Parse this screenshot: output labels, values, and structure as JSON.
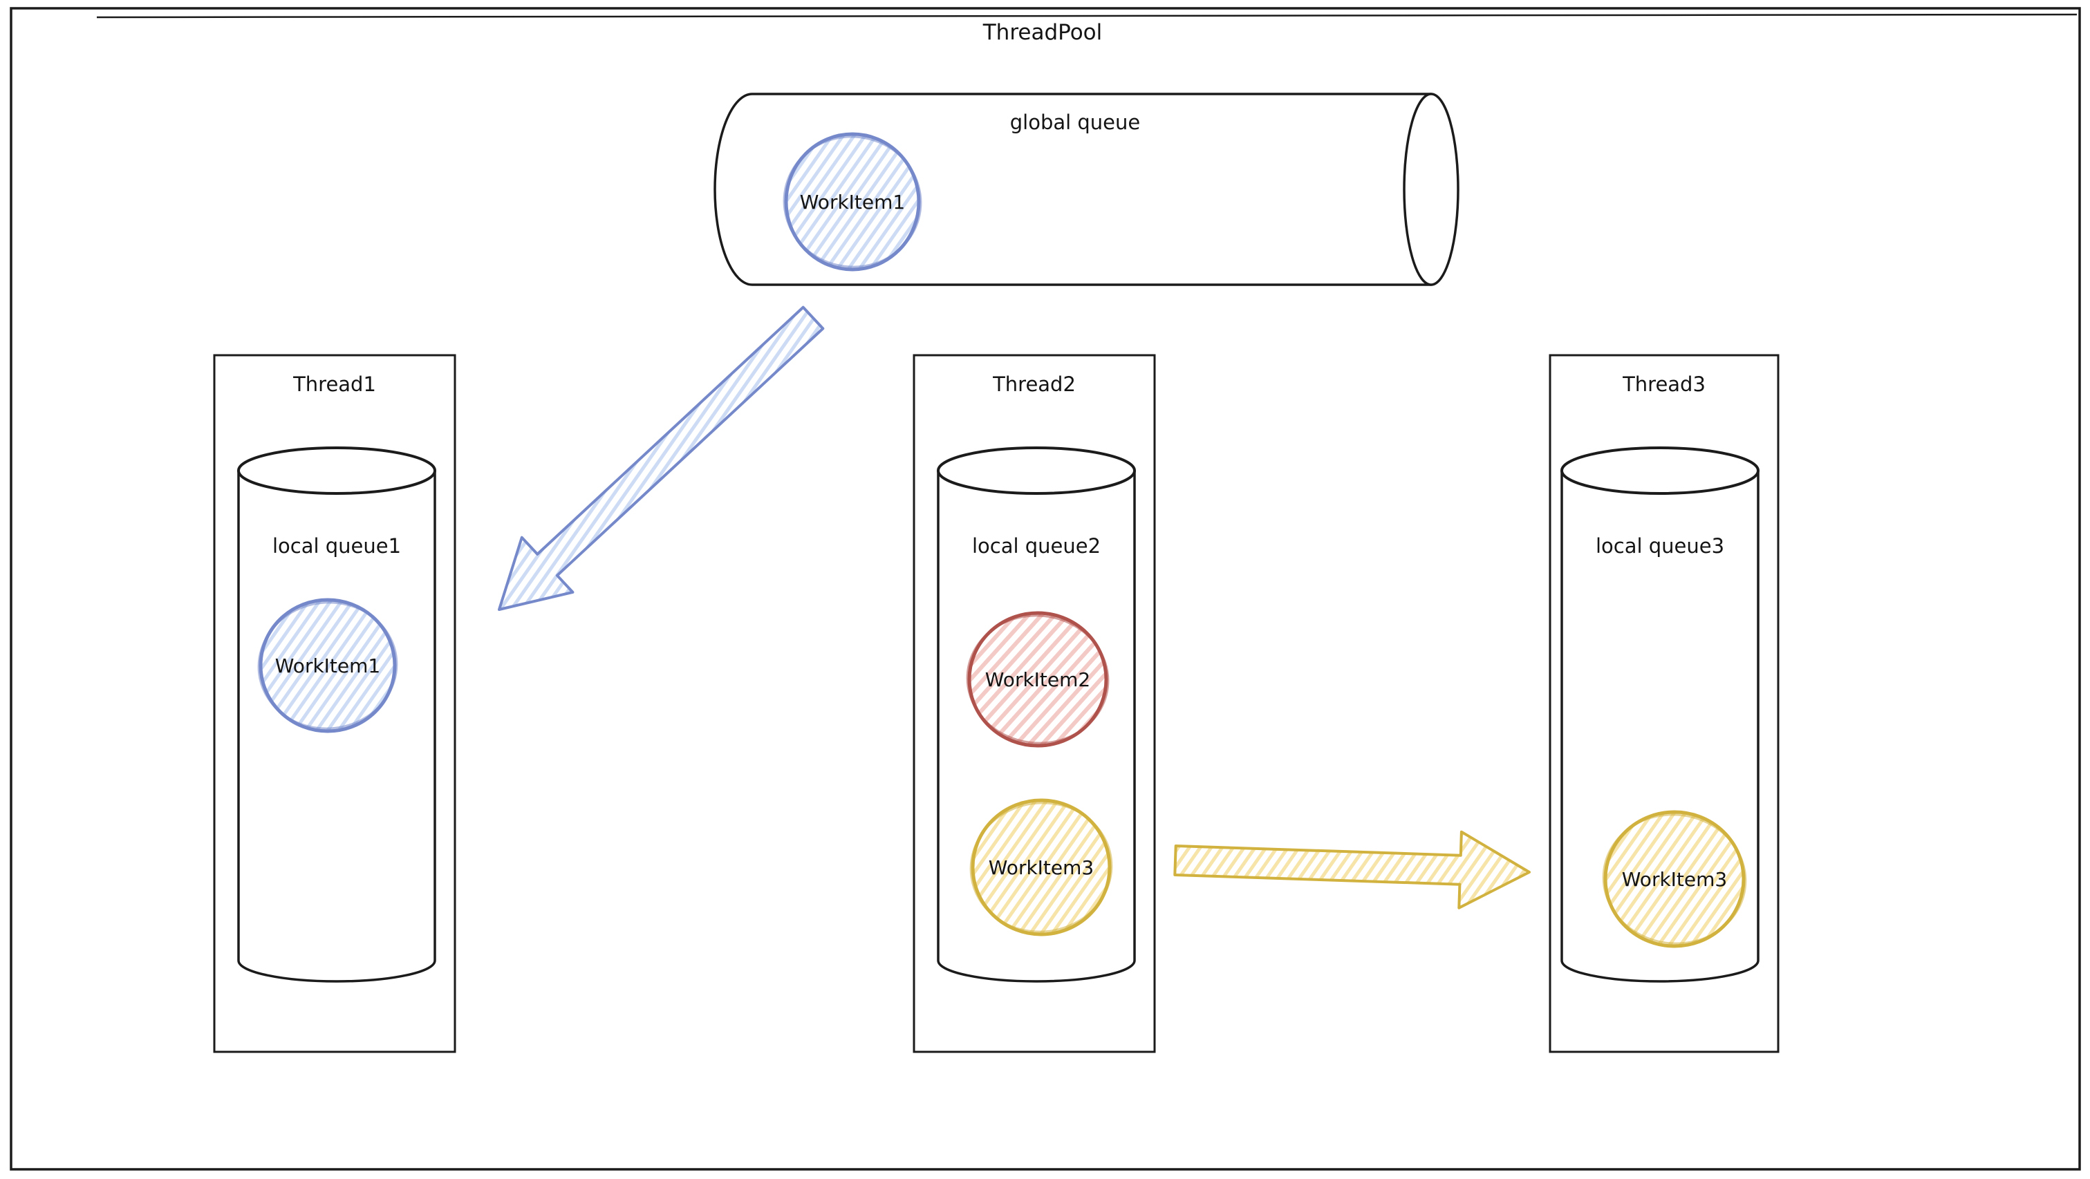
{
  "title": "ThreadPool",
  "global_queue": {
    "label": "global queue",
    "items": [
      {
        "label": "WorkItem1",
        "color": "blue"
      }
    ]
  },
  "threads": [
    {
      "label": "Thread1",
      "queue_label": "local queue1",
      "items": [
        {
          "label": "WorkItem1",
          "color": "blue"
        }
      ]
    },
    {
      "label": "Thread2",
      "queue_label": "local queue2",
      "items": [
        {
          "label": "WorkItem2",
          "color": "red"
        },
        {
          "label": "WorkItem3",
          "color": "yellow"
        }
      ]
    },
    {
      "label": "Thread3",
      "queue_label": "local queue3",
      "items": [
        {
          "label": "WorkItem3",
          "color": "yellow"
        }
      ]
    }
  ],
  "arrows": [
    {
      "name": "global-queue-to-thread1",
      "color": "blue"
    },
    {
      "name": "thread2-to-thread3",
      "color": "yellow"
    }
  ],
  "colors": {
    "outline": "#1b1b1b",
    "blue": "#7589ca",
    "blue_hatch": "#cddcf4",
    "red": "#b0524c",
    "red_hatch": "#f4cac6",
    "yellow": "#d1b23f",
    "yellow_hatch": "#f6e4a9"
  }
}
